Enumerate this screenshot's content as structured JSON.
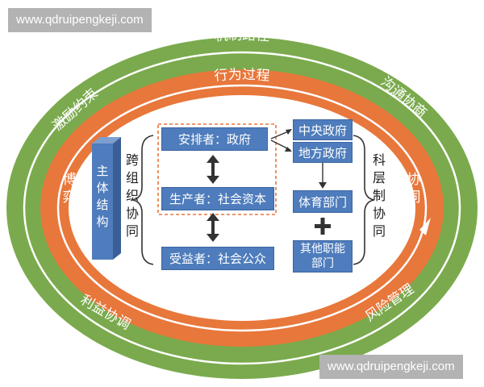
{
  "watermark": {
    "top": "www.qdruipengkeji.com",
    "bottom": "www.qdruipengkeji.com"
  },
  "colors": {
    "outer_ring": "#7aaa4d",
    "inner_ring": "#e8773b",
    "core": "#ffffff",
    "box": "#4e7cbc",
    "dashed": "#e8773b"
  },
  "outer_ring": {
    "top": "机制路径",
    "left_top": "激励约束",
    "right_top": "沟通协商",
    "left_bottom": "利益协调",
    "right_bottom": "风险管理"
  },
  "inner_ring": {
    "top": "行为过程",
    "left": "博弈",
    "right": "协同"
  },
  "core": {
    "subject_structure": "主体结构",
    "cross_org": "跨组织协同",
    "boxes": {
      "arranger": "安排者：政府",
      "producer": "生产者：社会资本",
      "beneficiary": "受益者：社会公众",
      "central_gov": "中央政府",
      "local_gov": "地方政府",
      "sports_dept": "体育部门",
      "other_dept": "其他职能部门"
    },
    "plus_sign": "+",
    "bureaucratic": "科层制协同"
  }
}
